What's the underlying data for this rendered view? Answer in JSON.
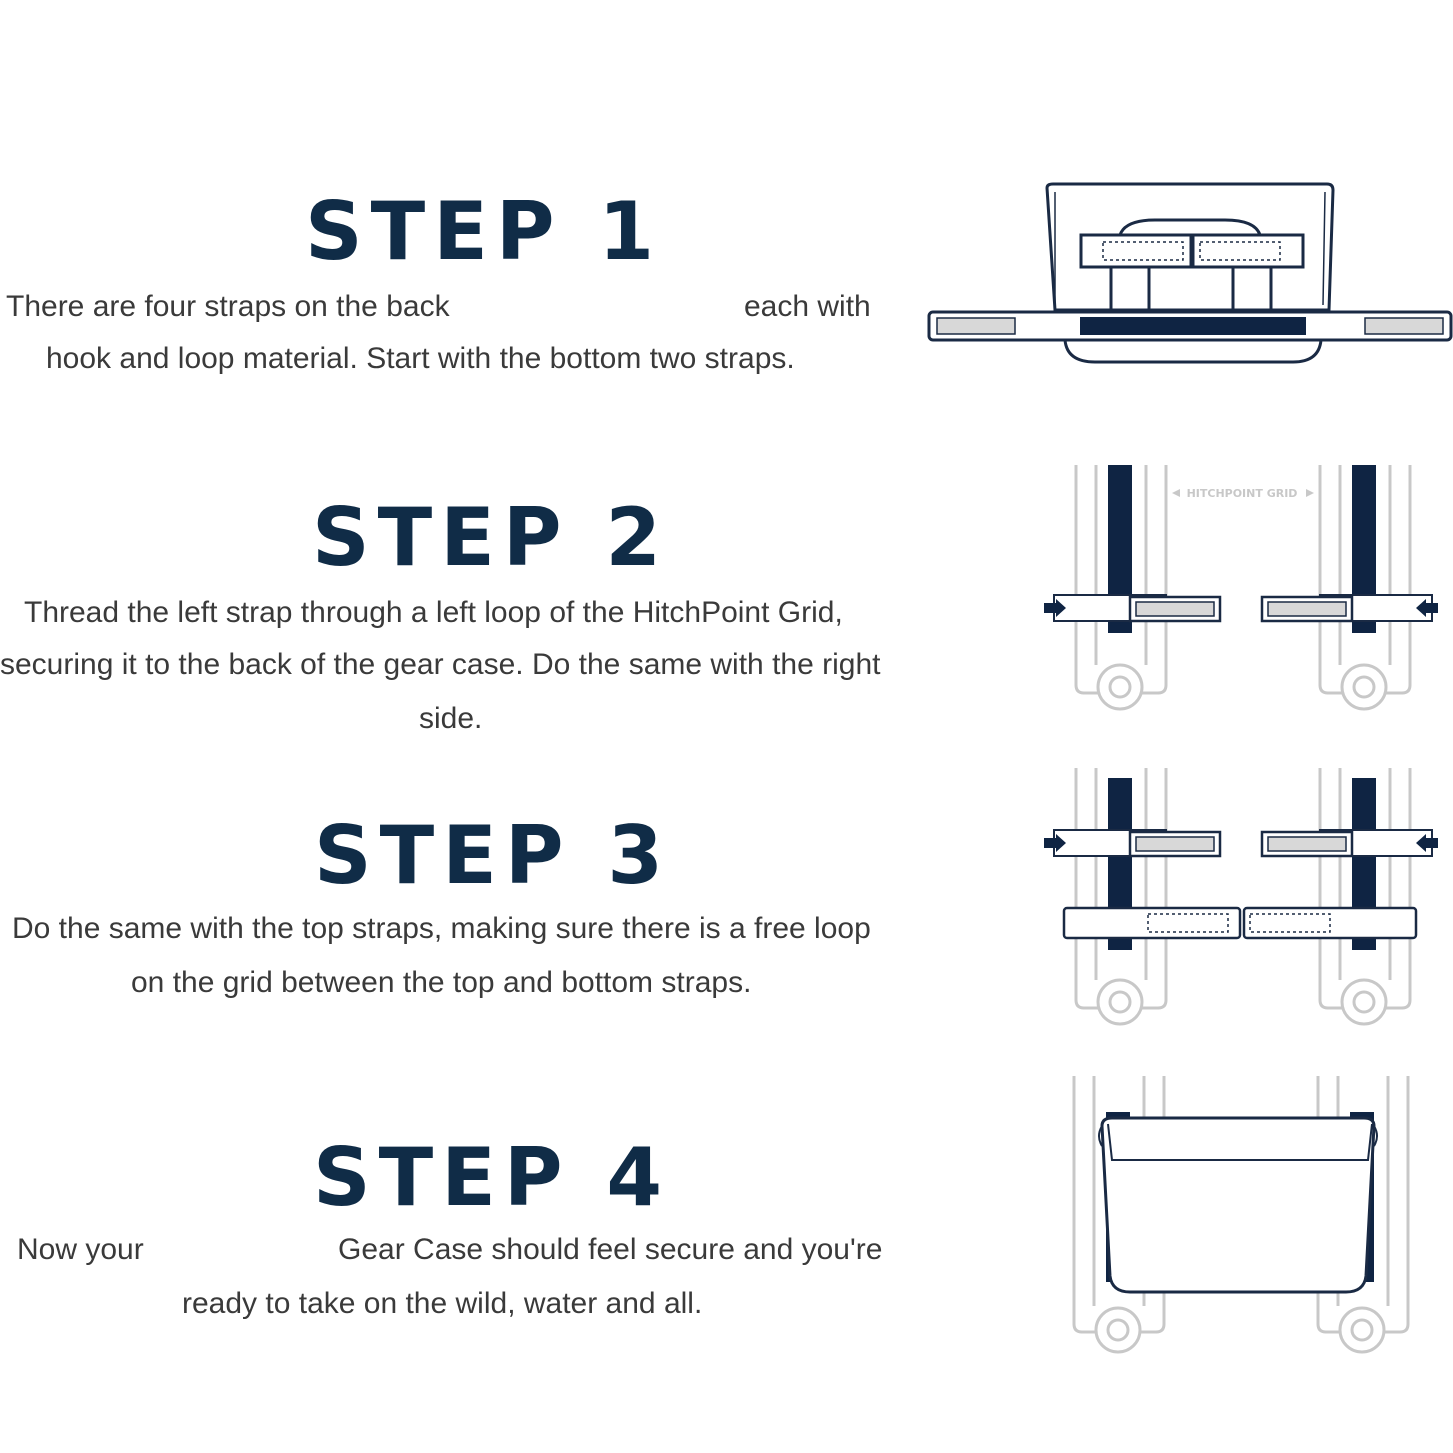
{
  "steps": [
    {
      "title": "STEP 1",
      "lines": [
        "There are four straps on the back",
        "each with",
        "hook and loop material. Start with the bottom two straps."
      ]
    },
    {
      "title": "STEP 2",
      "lines": [
        "Thread the left strap through a left loop of the HitchPoint Grid,",
        "securing it to the back of the gear case. Do the same with the right",
        "side."
      ]
    },
    {
      "title": "STEP 3",
      "lines": [
        "Do the same with the top straps, making sure there is a free loop",
        "on the grid between the top and bottom straps."
      ]
    },
    {
      "title": "STEP 4",
      "lines": [
        "Now your",
        "Gear Case should feel secure and you're",
        "ready to take on the wild, water and all."
      ]
    }
  ],
  "illustration_labels": {
    "hitchpoint_grid": "HITCHPOINT GRID"
  },
  "colors": {
    "title": "#102c47",
    "body_text": "#3a3a3a",
    "strap_navy": "#0f2443",
    "grid_gray": "#c8c8c8"
  },
  "icons": [
    "gear-case-illustration",
    "hitchpoint-grid-illustration",
    "arrow-right-icon",
    "arrow-left-icon"
  ]
}
